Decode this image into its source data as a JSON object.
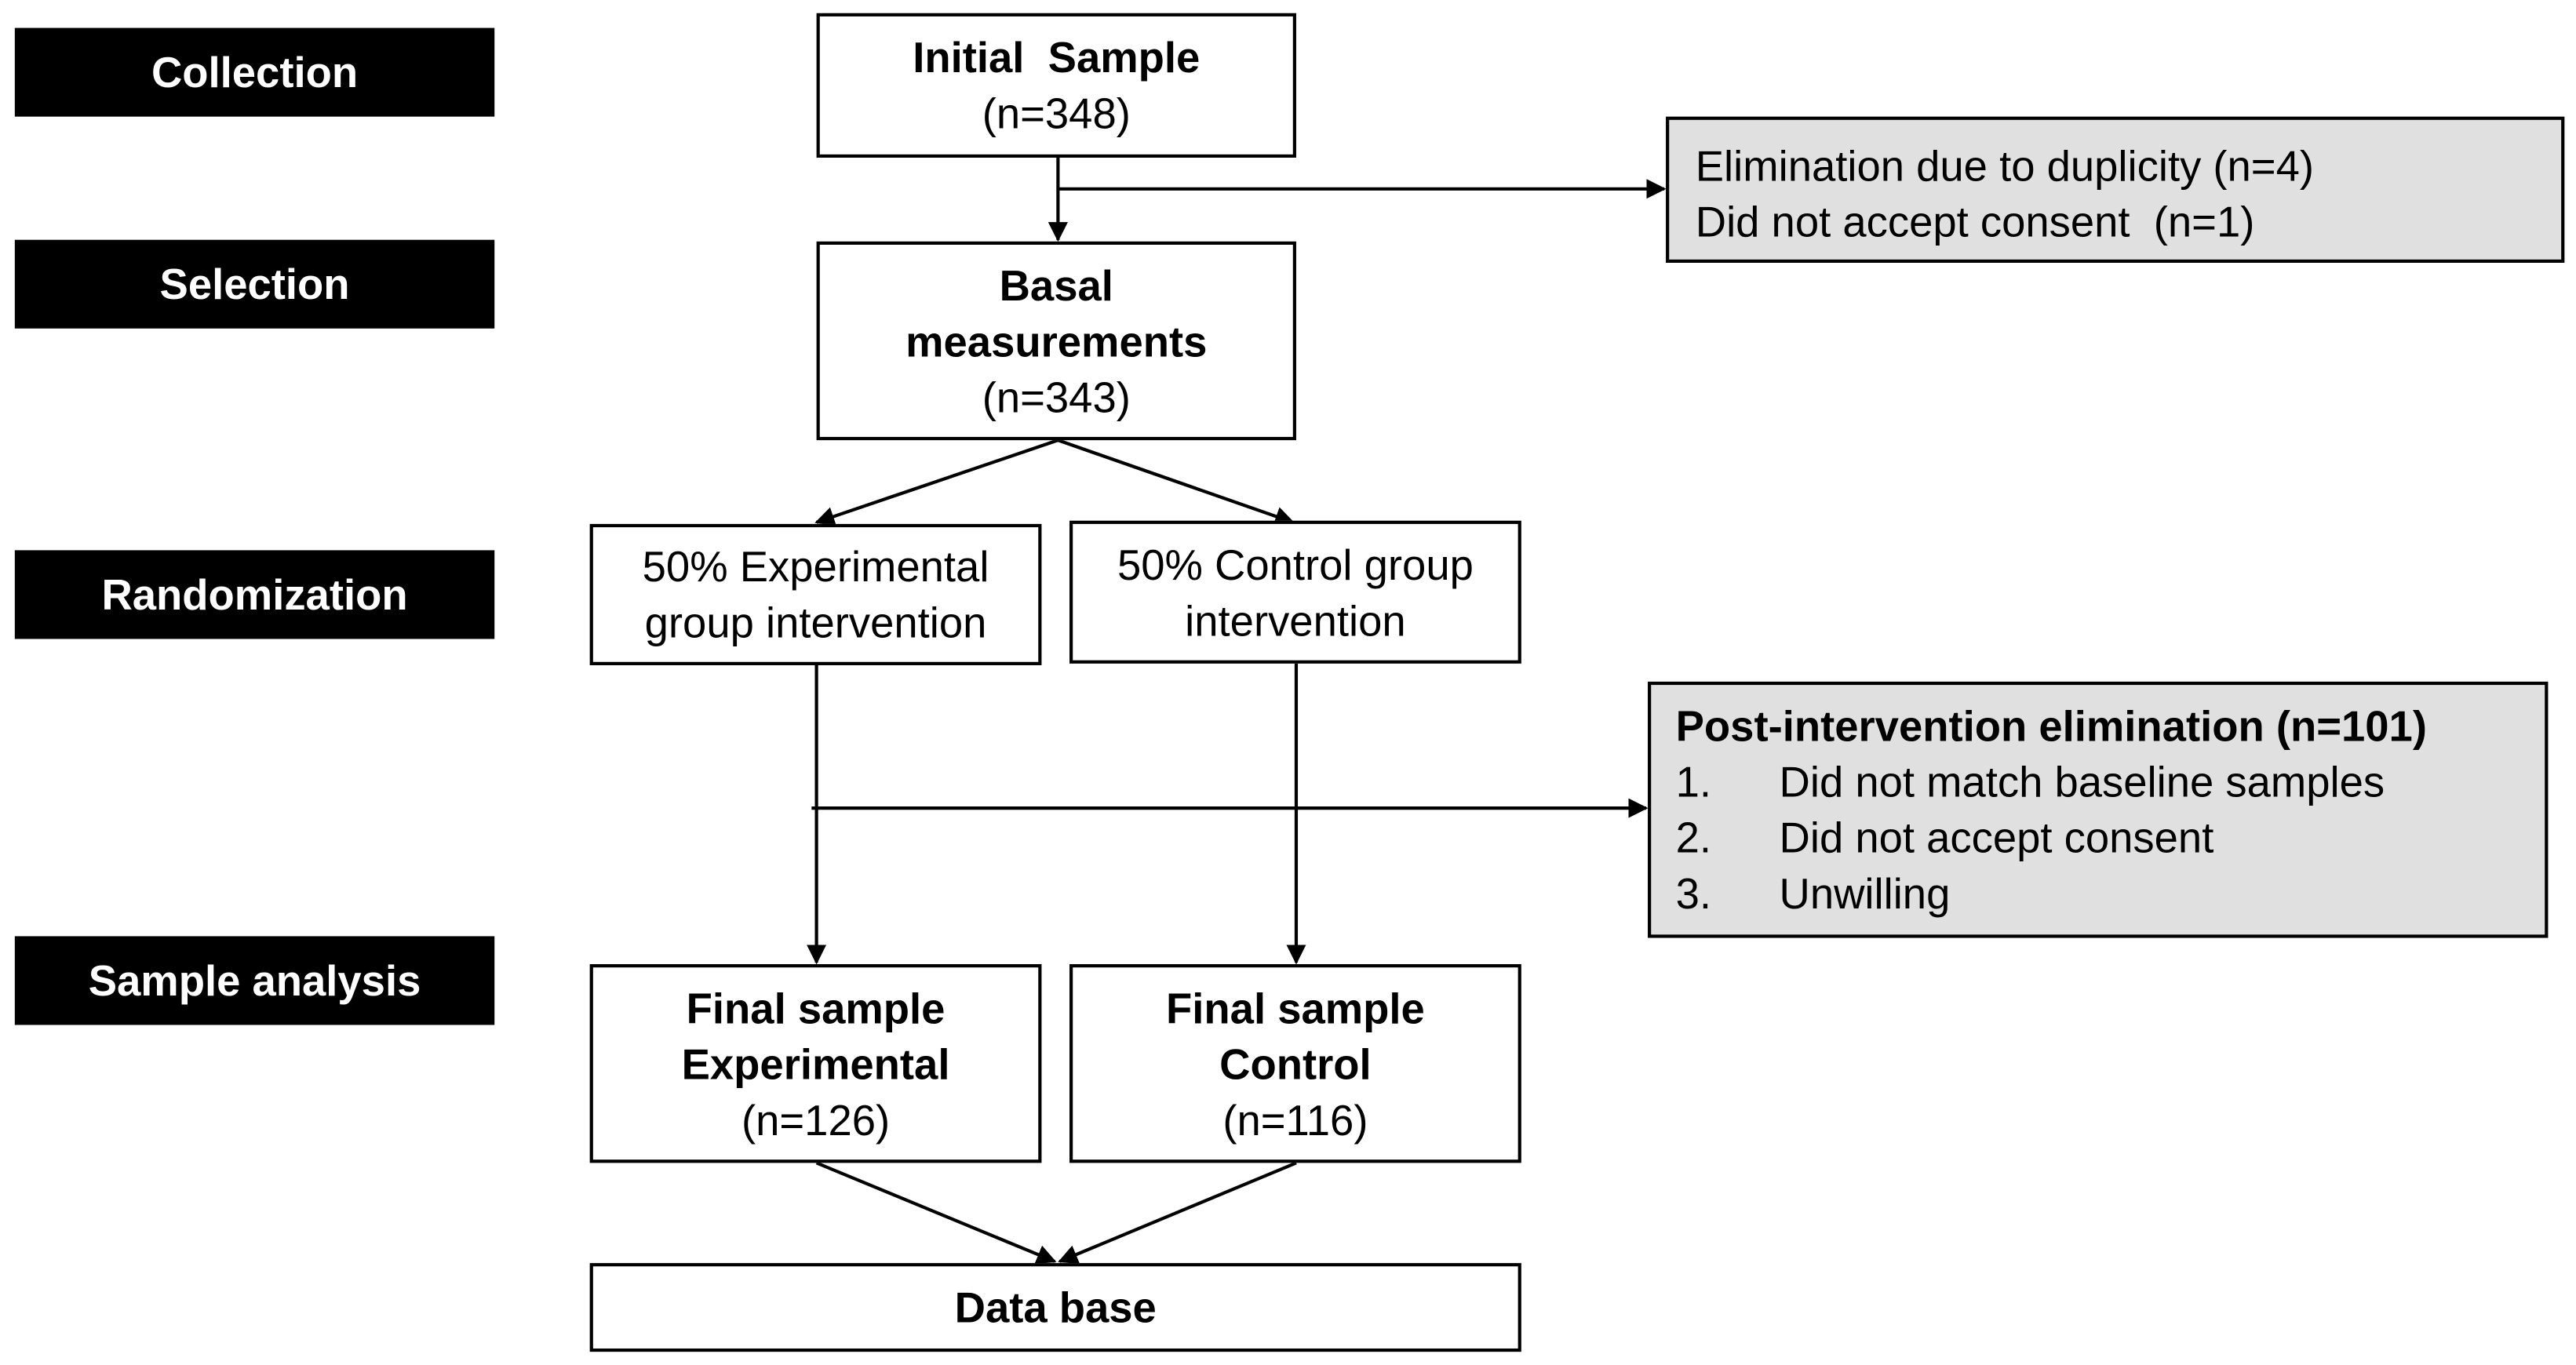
{
  "stages": {
    "collection": "Collection",
    "selection": "Selection",
    "randomization": "Randomization",
    "sample_analysis": "Sample analysis"
  },
  "boxes": {
    "initial_sample": {
      "title": "Initial  Sample",
      "count": "(n=348)"
    },
    "basal": {
      "title_line1": "Basal",
      "title_line2": "measurements",
      "count": "(n=343)"
    },
    "experimental_group": {
      "line1": "50% Experimental",
      "line2": "group intervention"
    },
    "control_group": {
      "line1": "50% Control group",
      "line2": "intervention"
    },
    "final_experimental": {
      "title_line1": "Final sample",
      "title_line2": "Experimental",
      "count": "(n=126)"
    },
    "final_control": {
      "title_line1": "Final sample",
      "title_line2": "Control",
      "count": "(n=116)"
    },
    "database": {
      "title": "Data base"
    }
  },
  "eliminations": {
    "first": {
      "lines": [
        "Elimination due to duplicity (n=4)",
        "Did not accept consent  (n=1)"
      ]
    },
    "post_intervention": {
      "title": "Post-intervention elimination (n=101)",
      "items": [
        {
          "number": "1.",
          "text": "Did not match baseline samples"
        },
        {
          "number": "2.",
          "text": "Did not accept consent"
        },
        {
          "number": "3.",
          "text": "Unwilling"
        }
      ]
    }
  },
  "colors": {
    "stage_background": "#000000",
    "stage_text": "#ffffff",
    "elimination_box_fill": "#e0e0e0",
    "lines": "#000000"
  }
}
